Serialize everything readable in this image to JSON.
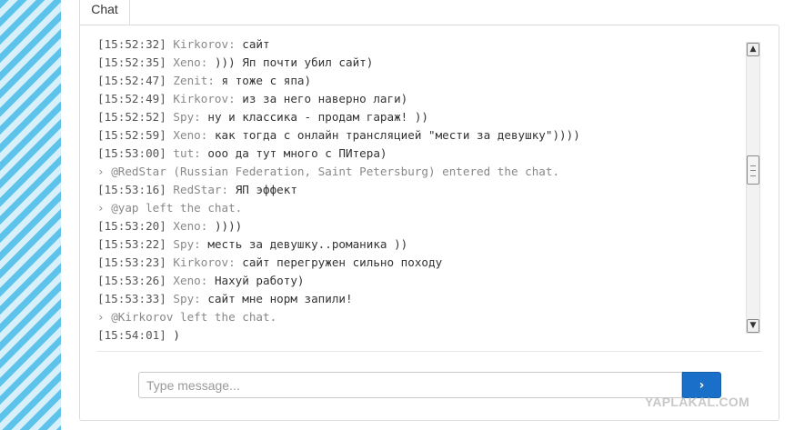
{
  "tab": {
    "label": "Chat"
  },
  "messages": [
    {
      "kind": "msg",
      "ts": "[15:52:32]",
      "name": "Kirkorov:",
      "text": "сайт"
    },
    {
      "kind": "msg",
      "ts": "[15:52:35]",
      "name": "Xeno:",
      "text": "))) Яп почти убил сайт)"
    },
    {
      "kind": "msg",
      "ts": "[15:52:47]",
      "name": "Zenit:",
      "text": "я тоже с япа)"
    },
    {
      "kind": "msg",
      "ts": "[15:52:49]",
      "name": "Kirkorov:",
      "text": "из за него наверно лаги)"
    },
    {
      "kind": "msg",
      "ts": "[15:52:52]",
      "name": "Spy:",
      "text": "ну и классика - продам гараж! ))"
    },
    {
      "kind": "msg",
      "ts": "[15:52:59]",
      "name": "Xeno:",
      "text": "как тогда с онлайн трансляцией \"мести за девушку\"))))"
    },
    {
      "kind": "msg",
      "ts": "[15:53:00]",
      "name": "tut:",
      "text": "ооо да тут много с ПИтера)"
    },
    {
      "kind": "sys",
      "text": "@RedStar (Russian Federation, Saint Petersburg) entered the chat."
    },
    {
      "kind": "msg",
      "ts": "[15:53:16]",
      "name": "RedStar:",
      "text": "ЯП эффект"
    },
    {
      "kind": "sys",
      "text": "@yap left the chat."
    },
    {
      "kind": "msg",
      "ts": "[15:53:20]",
      "name": "Xeno:",
      "text": "))))"
    },
    {
      "kind": "msg",
      "ts": "[15:53:22]",
      "name": "Spy:",
      "text": "месть за девушку..романика ))"
    },
    {
      "kind": "msg",
      "ts": "[15:53:23]",
      "name": "Kirkorov:",
      "text": "сайт перегружен сильно походу"
    },
    {
      "kind": "msg",
      "ts": "[15:53:26]",
      "name": "Xeno:",
      "text": "Нахуй работу)"
    },
    {
      "kind": "msg",
      "ts": "[15:53:33]",
      "name": "Spy:",
      "text": "сайт мне норм запили!"
    },
    {
      "kind": "sys",
      "text": "@Kirkorov left the chat."
    },
    {
      "kind": "msg",
      "ts": "[15:54:01]",
      "name": "",
      "text": "         )"
    }
  ],
  "system_prefix": "›",
  "scrollbar": {
    "position_fraction": 0.42
  },
  "composer": {
    "placeholder": "Type message...",
    "value": ""
  },
  "send_button": {
    "icon": "chevron-right-icon",
    "glyph": "›",
    "color": "#1a6fc9"
  },
  "watermark": {
    "text": "YAPLAKAL.COM"
  }
}
